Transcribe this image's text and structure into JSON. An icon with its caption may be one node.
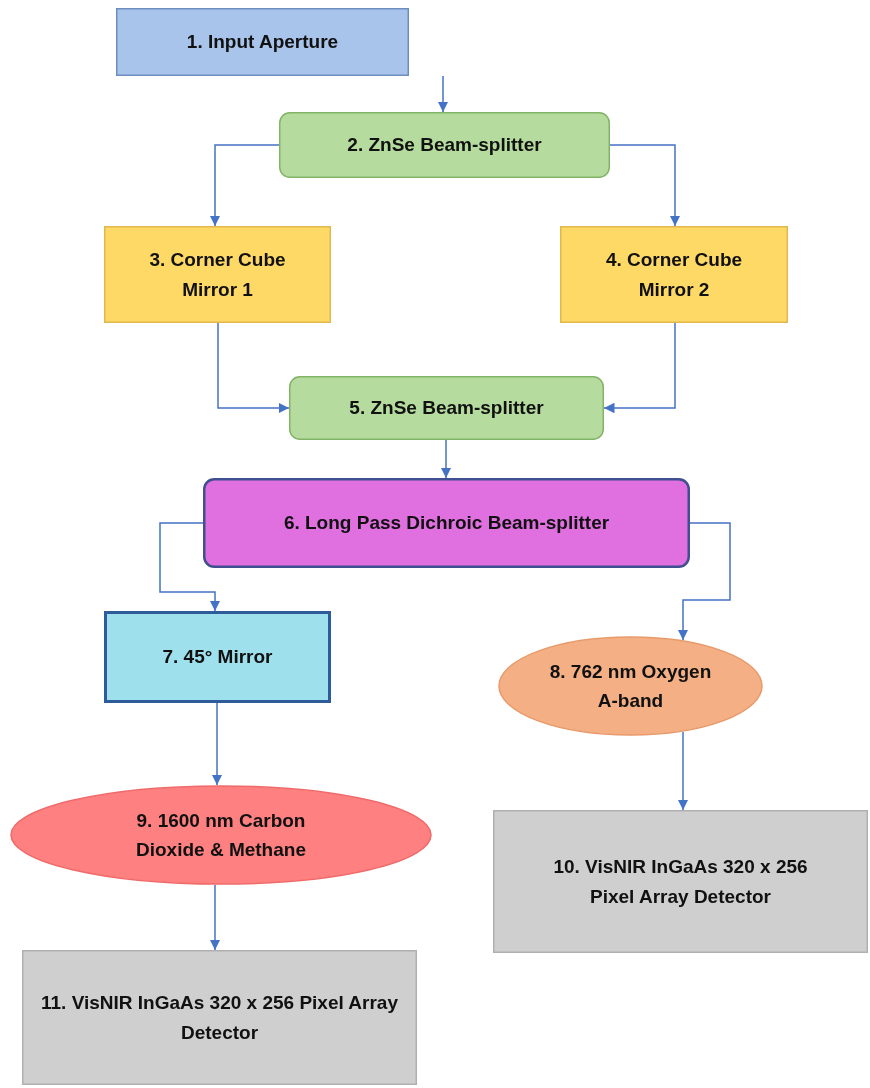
{
  "diagram": {
    "nodes": [
      {
        "text": [
          "1. Input Aperture"
        ]
      },
      {
        "text": [
          "2. ZnSe Beam-splitter"
        ]
      },
      {
        "text": [
          "3. Corner Cube Mirror 1"
        ]
      },
      {
        "text": [
          "4. Corner Cube Mirror 2"
        ]
      },
      {
        "text": [
          "5. ZnSe Beam-splitter"
        ]
      },
      {
        "text": [
          "6. Long Pass Dichroic Beam-splitter"
        ]
      },
      {
        "text": [
          "7. 45° Mirror"
        ]
      },
      {
        "text": [
          "8. 762 nm Oxygen A-band"
        ]
      },
      {
        "text": [
          "9. 1600 nm Carbon Dioxide & Methane"
        ]
      },
      {
        "text": [
          "10. VisNIR InGaAs 320 x 256 Pixel Array Detector"
        ]
      },
      {
        "text": [
          "11. VisNIR InGaAs 320 x 256 Pixel Array Detector"
        ]
      }
    ],
    "edges": [
      {
        "from": 0,
        "to": 1,
        "arrow": "to"
      },
      {
        "from": 1,
        "to": 2,
        "arrow": "to"
      },
      {
        "from": 1,
        "to": 3,
        "arrow": "to"
      },
      {
        "from": 2,
        "to": 4,
        "arrow": "to"
      },
      {
        "from": 3,
        "to": 4,
        "arrow": "to"
      },
      {
        "from": 4,
        "to": 5,
        "arrow": "to"
      },
      {
        "from": 5,
        "to": 6,
        "arrow": "to"
      },
      {
        "from": 5,
        "to": 7,
        "arrow": "to"
      },
      {
        "from": 6,
        "to": 8,
        "arrow": "to"
      },
      {
        "from": 7,
        "to": 9,
        "arrow": "to"
      },
      {
        "from": 8,
        "to": 10,
        "arrow": "to"
      }
    ]
  }
}
